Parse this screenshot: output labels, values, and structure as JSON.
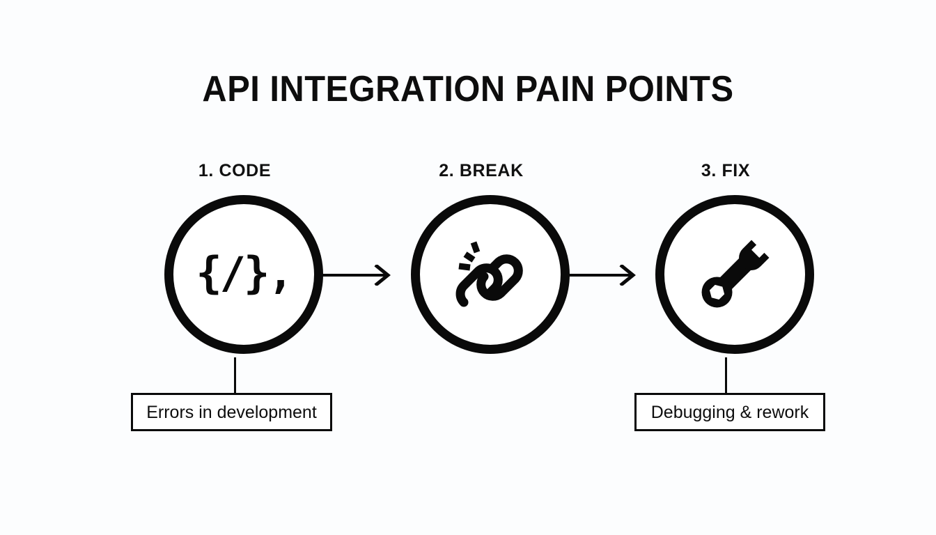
{
  "canvas": {
    "background_color": "#fcfdfe",
    "ink_color": "#0a0a0a"
  },
  "header": {
    "title": "API INTEGRATION PAIN POINTS"
  },
  "diagram": {
    "type": "process-flow",
    "steps": [
      {
        "label": "1. CODE",
        "icon": "code-brackets-icon",
        "icon_glyph": "{/},",
        "caption": "Errors in development",
        "has_caption": true
      },
      {
        "label": "2. BREAK",
        "icon": "broken-link-icon",
        "icon_glyph": "",
        "caption": "",
        "has_caption": false
      },
      {
        "label": "3. FIX",
        "icon": "wrench-icon",
        "icon_glyph": "",
        "caption": "Debugging & rework",
        "has_caption": true
      }
    ],
    "connectors": [
      {
        "from": "1. CODE",
        "to": "2. BREAK",
        "icon": "arrow-right-icon"
      },
      {
        "from": "2. BREAK",
        "to": "3. FIX",
        "icon": "arrow-right-icon"
      }
    ]
  }
}
